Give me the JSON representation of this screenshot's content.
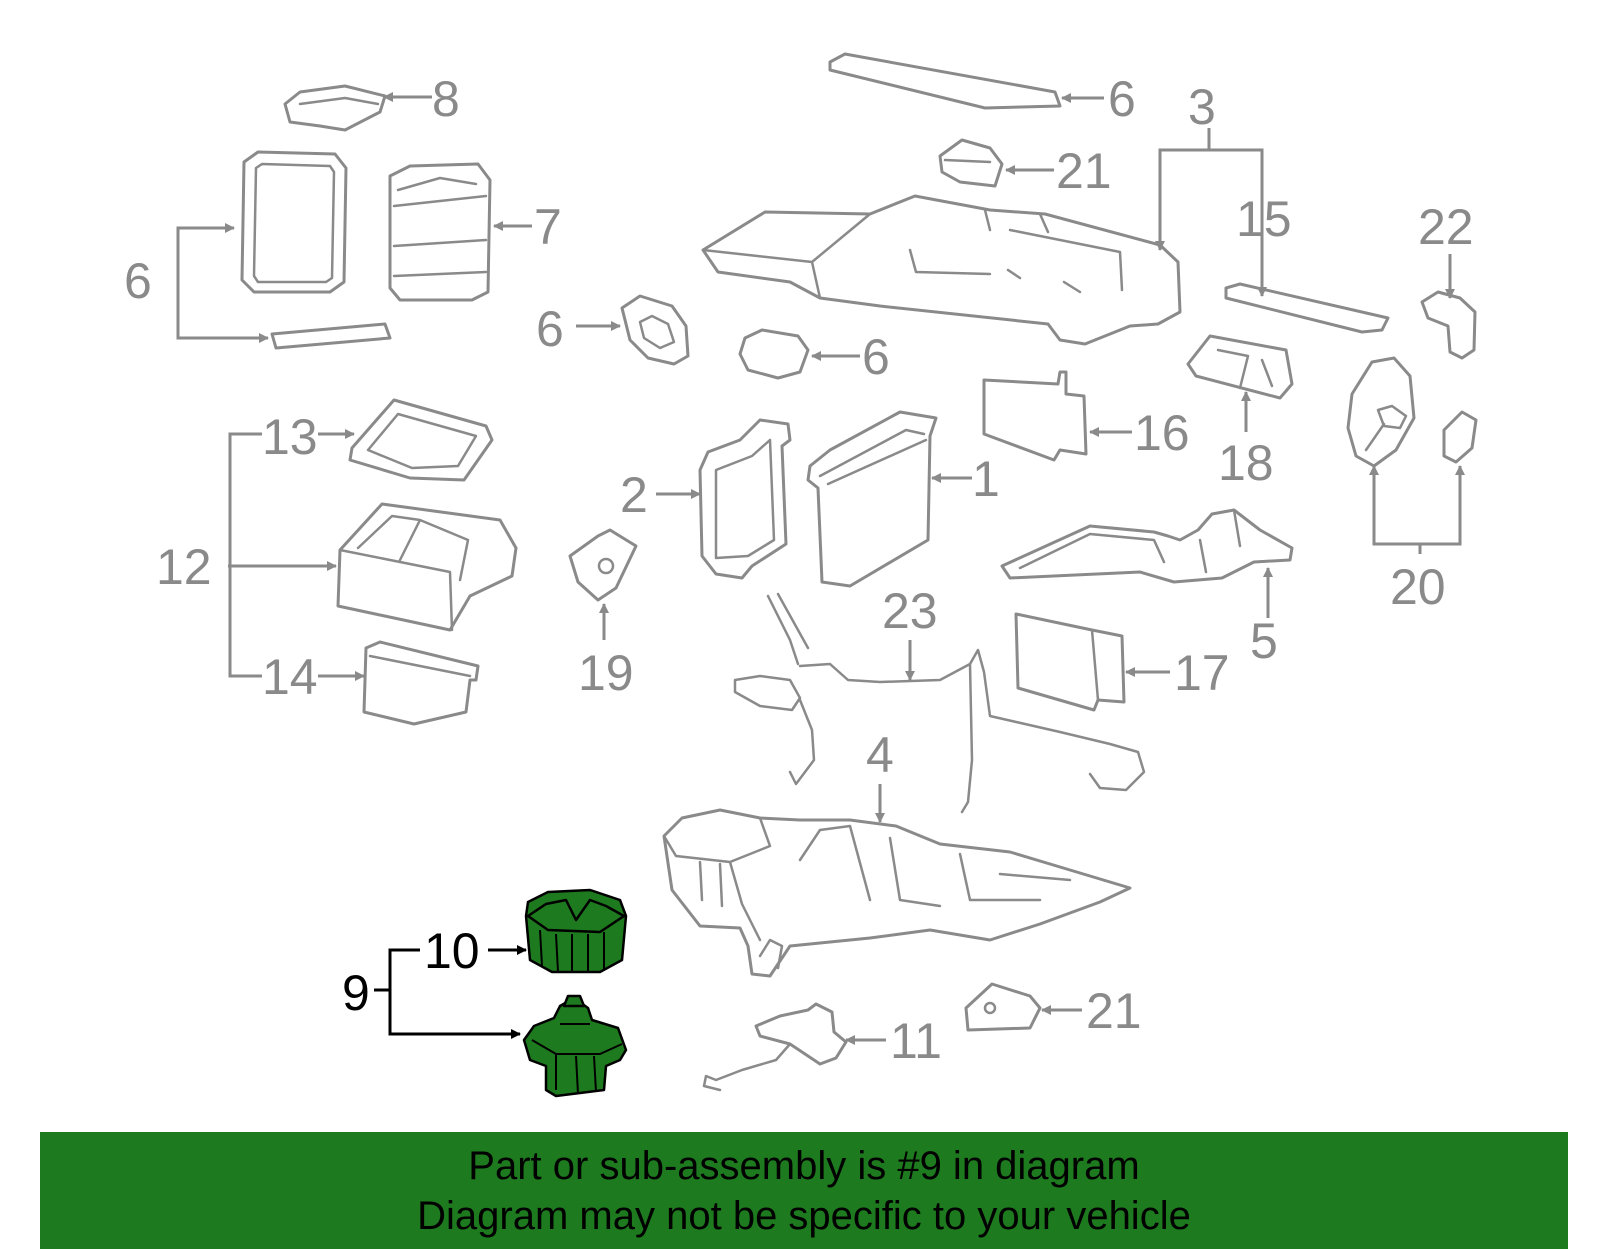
{
  "banner": {
    "line1": "Part or sub-assembly is #9 in diagram",
    "line2": "Diagram may not be specific to your vehicle"
  },
  "callouts": {
    "c1": "1",
    "c2": "2",
    "c3": "3",
    "c4": "4",
    "c5": "5",
    "c6a": "6",
    "c6b": "6",
    "c6c": "6",
    "c6d": "6",
    "c7": "7",
    "c8": "8",
    "c9": "9",
    "c10": "10",
    "c11": "11",
    "c12": "12",
    "c13": "13",
    "c14": "14",
    "c15": "15",
    "c16": "16",
    "c17": "17",
    "c18": "18",
    "c19": "19",
    "c20": "20",
    "c21a": "21",
    "c21b": "21",
    "c22": "22",
    "c23": "23"
  },
  "colors": {
    "highlight": "#1e7a1e",
    "line": "#8a8a8a",
    "highlight_line": "#000000"
  }
}
